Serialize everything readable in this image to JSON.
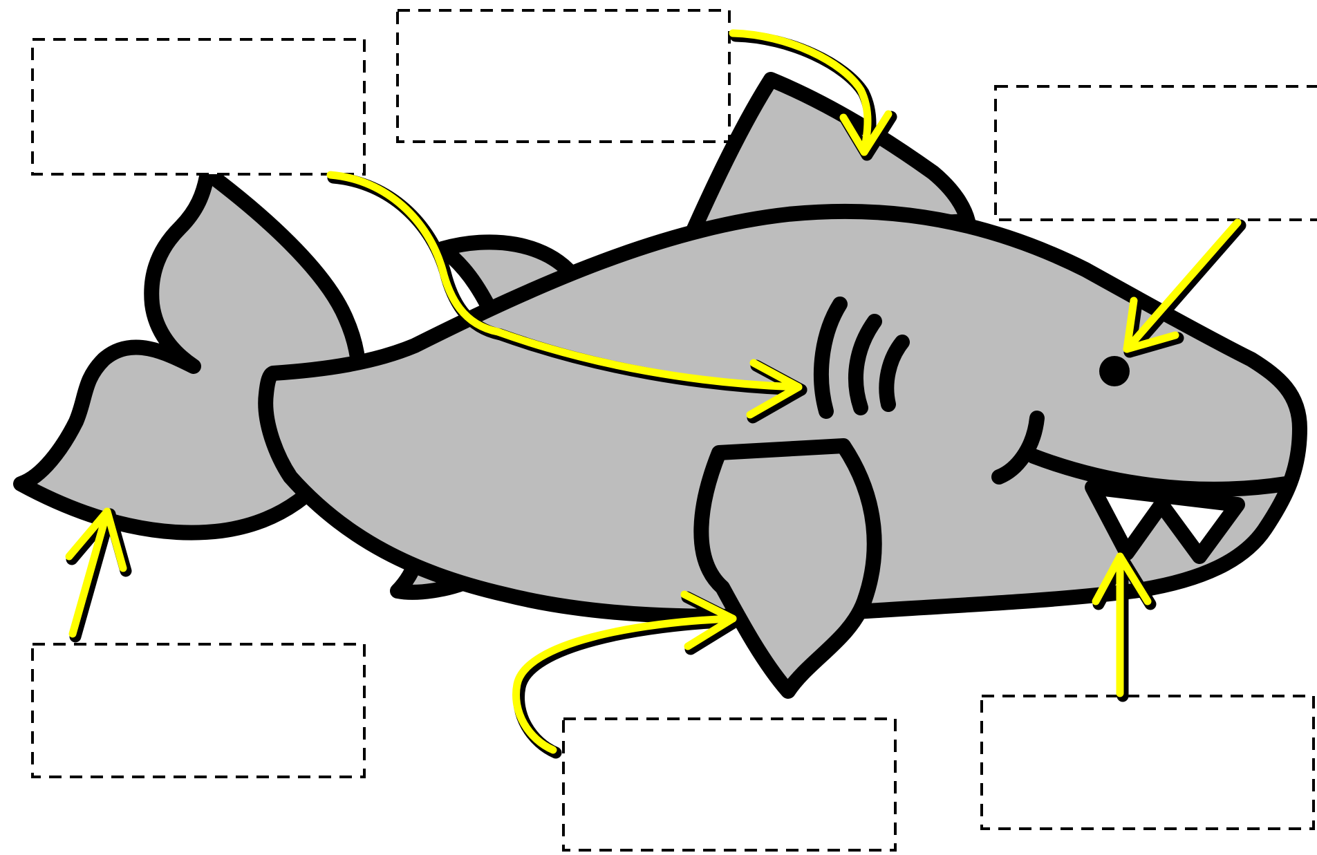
{
  "diagram": {
    "subject": "shark",
    "colors": {
      "body": "#bdbdbd",
      "outline": "#000000",
      "arrow": "#ffff00",
      "background": "#ffffff"
    },
    "label_boxes": [
      {
        "id": "top-left",
        "text": ""
      },
      {
        "id": "top-center",
        "text": ""
      },
      {
        "id": "top-right",
        "text": ""
      },
      {
        "id": "bottom-left",
        "text": ""
      },
      {
        "id": "bottom-center",
        "text": ""
      },
      {
        "id": "bottom-right",
        "text": ""
      }
    ],
    "pointers": [
      {
        "from": "top-left",
        "to": "gills"
      },
      {
        "from": "top-center",
        "to": "dorsal-fin"
      },
      {
        "from": "top-right",
        "to": "eye"
      },
      {
        "from": "bottom-left",
        "to": "tail-fin"
      },
      {
        "from": "bottom-center",
        "to": "pectoral-fin"
      },
      {
        "from": "bottom-right",
        "to": "teeth"
      }
    ]
  }
}
